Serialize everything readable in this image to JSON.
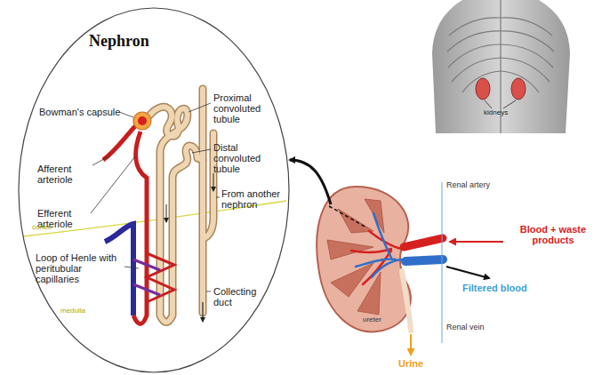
{
  "diagram": {
    "nodes": [
      {
        "text": [
          "Nephron"
        ]
      }
    ],
    "labels": [
      "Bowman's capsule",
      "Afferent arteriole",
      "Efferent arteriole",
      "Proximal convoluted tubule",
      "Distal convoluted tubule",
      "From another nephron",
      "cortex",
      "Loop of Henle with peritubular capillaries",
      "Collecting duct",
      "medulla",
      "kidneys",
      "Renal artery",
      "Blood + waste products",
      "Filtered blood",
      "ureter",
      "Renal vein",
      "Urine"
    ]
  }
}
